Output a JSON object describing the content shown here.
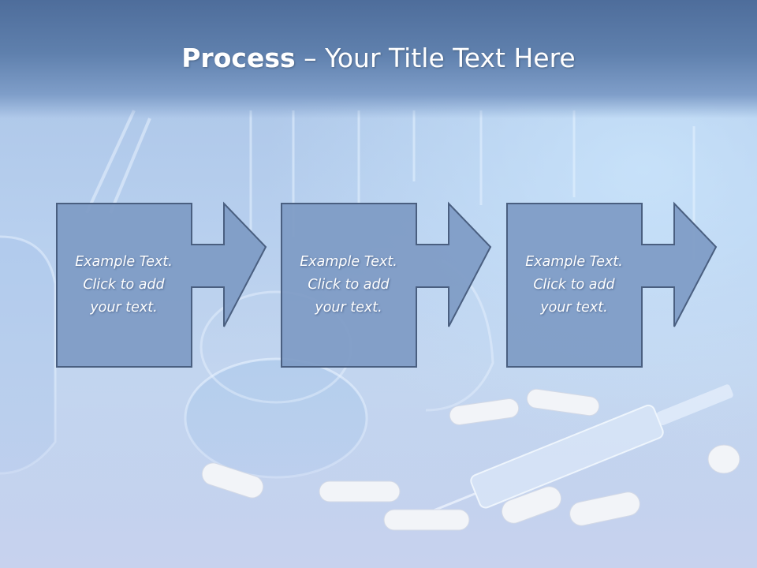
{
  "slide": {
    "title_bold": "Process",
    "title_rest": " – Your Title Text Here"
  },
  "steps": [
    {
      "text": "Example Text.\nClick  to add\nyour text."
    },
    {
      "text": "Example Text.\nClick  to add\nyour text."
    },
    {
      "text": "Example Text.\nClick  to add\nyour text."
    }
  ],
  "colors": {
    "title_band": "#5f80ad",
    "box_fill": "#7f9cc6",
    "box_border": "#4a5f80",
    "text": "#ffffff"
  }
}
